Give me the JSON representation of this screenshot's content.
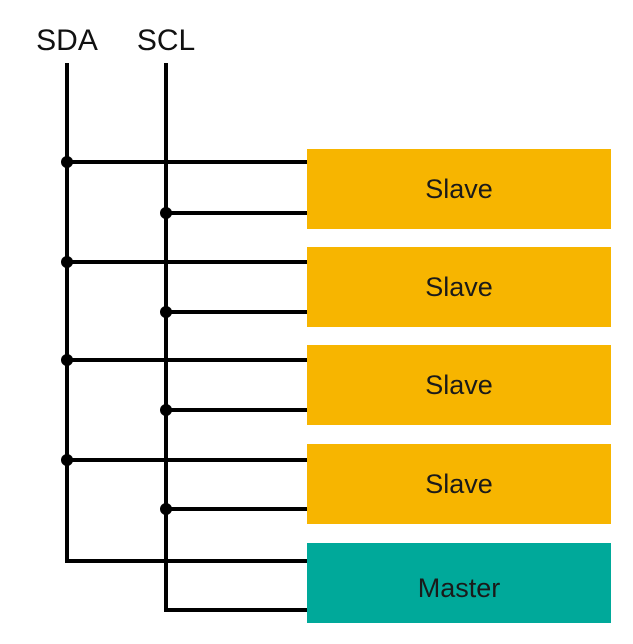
{
  "buses": {
    "sda_label": "SDA",
    "scl_label": "SCL"
  },
  "devices": [
    {
      "label": "Slave",
      "role": "slave"
    },
    {
      "label": "Slave",
      "role": "slave"
    },
    {
      "label": "Slave",
      "role": "slave"
    },
    {
      "label": "Slave",
      "role": "slave"
    },
    {
      "label": "Master",
      "role": "master"
    }
  ],
  "colors": {
    "slave_fill": "#f7b500",
    "master_fill": "#00a99a",
    "wire": "#000000",
    "background": "#ffffff"
  }
}
